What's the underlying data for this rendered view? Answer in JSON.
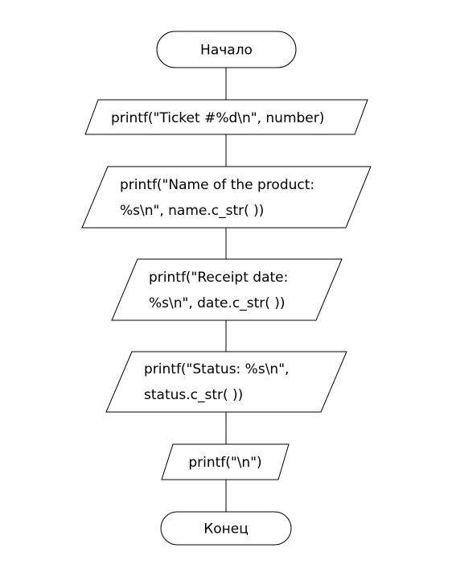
{
  "diagram": {
    "start": {
      "label": "Начало"
    },
    "steps": [
      {
        "lines": [
          "printf(\"Ticket #%d\\n\", number)"
        ]
      },
      {
        "lines": [
          "printf(\"Name of the product:",
          "%s\\n\", name.c_str( ))"
        ]
      },
      {
        "lines": [
          "printf(\"Receipt date:",
          "%s\\n\", date.c_str( ))"
        ]
      },
      {
        "lines": [
          "printf(\"Status: %s\\n\",",
          "status.c_str( ))"
        ]
      },
      {
        "lines": [
          "printf(\"\\n\")"
        ]
      }
    ],
    "end": {
      "label": "Конец"
    },
    "colors": {
      "stroke": "#000000",
      "fill": "#ffffff",
      "text": "#000000"
    }
  }
}
